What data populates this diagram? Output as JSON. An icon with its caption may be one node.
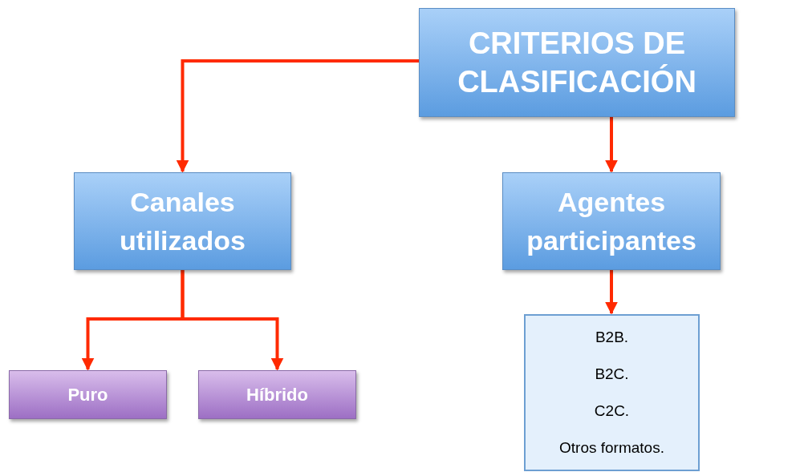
{
  "diagram": {
    "nodes": [
      {
        "text": [
          "CRITERIOS DE CLASIFICACIÓN"
        ]
      },
      {
        "text": [
          "Canales utilizados"
        ]
      },
      {
        "text": [
          "Agentes participantes"
        ]
      },
      {
        "text": [
          "Puro"
        ]
      },
      {
        "text": [
          "Híbrido"
        ]
      },
      {
        "text": [
          "B2B.",
          "B2C.",
          "C2C.",
          "Otros formatos."
        ]
      }
    ],
    "edges": [
      {
        "from": 0,
        "to": 1,
        "arrow": "to",
        "color": "#ff2a00"
      },
      {
        "from": 0,
        "to": 2,
        "arrow": "to",
        "color": "#ff2a00"
      },
      {
        "from": 1,
        "to": 3,
        "arrow": "to",
        "color": "#ff2a00"
      },
      {
        "from": 1,
        "to": 4,
        "arrow": "to",
        "color": "#ff2a00"
      },
      {
        "from": 2,
        "to": 5,
        "arrow": "to",
        "color": "#ff2a00"
      }
    ]
  }
}
